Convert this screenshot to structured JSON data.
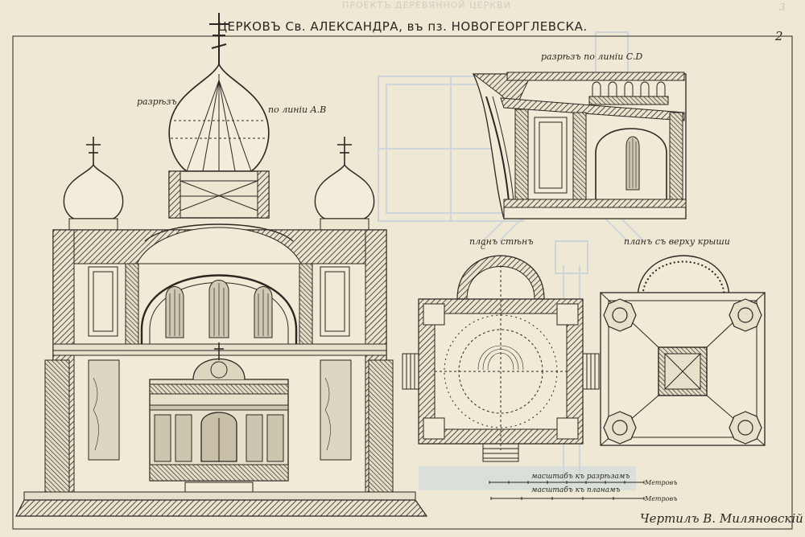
{
  "sheet": {
    "title": "ЦЕРКОВЪ Св. АЛЕКСАНДРА, въ пз. НОВОГЕОРГЛЕВСКА.",
    "sheet_number": "2",
    "corner_mark": "3",
    "ghost_text": "ПРОЕКТЪ ДЕРЕВЯННОЙ ЦЕРКВИ"
  },
  "labels": {
    "section_ab_part1": "разрѣзъ",
    "section_ab_part2": "по линіи A.B",
    "section_cd": "разрѣзъ по линіи C.D",
    "plan_walls": "планъ стѣнъ",
    "plan_roof": "планъ съ верху крыши",
    "plan_point": "C"
  },
  "scales": {
    "for_sections": "масштабъ къ разрѣзамъ",
    "for_plans": "масштабъ къ планамъ",
    "unit_1": "Метровъ",
    "unit_2": "Метровъ"
  },
  "signature": "Чертилъ В. Миляновскій",
  "colors": {
    "paper": "#eee8d4",
    "ink": "#2a2621",
    "ghost_ink": "#cdd7dc"
  }
}
